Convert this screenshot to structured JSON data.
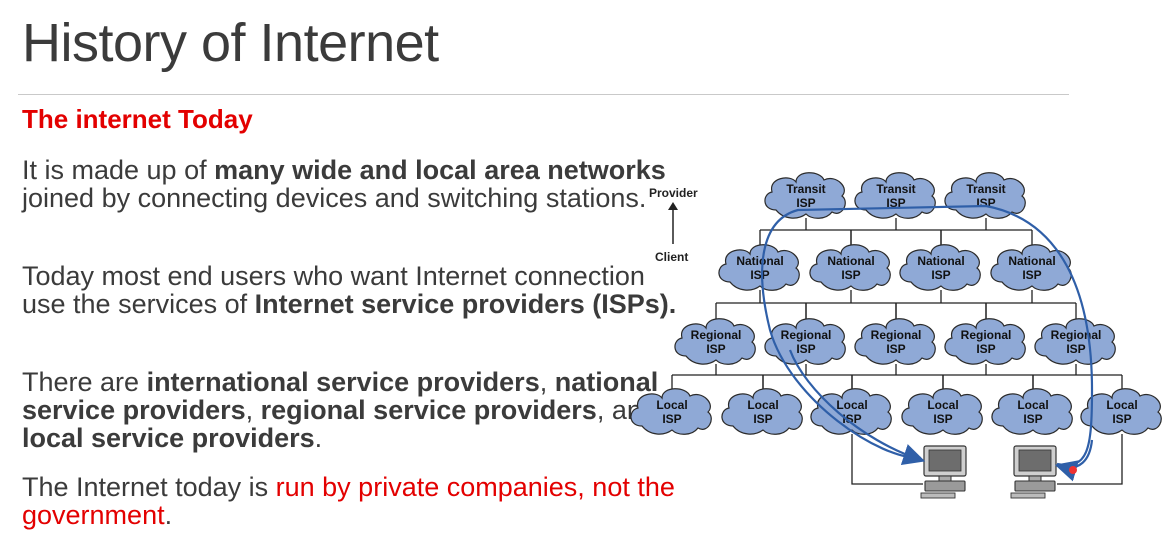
{
  "slide": {
    "title": "History of Internet",
    "subtitle": "The internet Today"
  },
  "paragraphs": {
    "p1": {
      "t1": "It is made up of ",
      "b1": "many wide and local area networks",
      "t2": " joined by connecting devices and switching stations."
    },
    "p2": {
      "t1": "Today most end users who want Internet connection use the services of ",
      "b1": "Internet service providers (ISPs)."
    },
    "p3": {
      "t1": "There are ",
      "b1": "international service providers",
      "t2": ", ",
      "b2": "national service providers",
      "t3": ", ",
      "b3": "regional service providers",
      "t4": ", and ",
      "b4": "local service providers",
      "t5": "."
    },
    "p4": {
      "t1": "The Internet today is ",
      "r1": "run by private companies, not the government",
      "t2": "."
    }
  },
  "diagram": {
    "legend": {
      "provider": "Provider",
      "client": "Client"
    },
    "tiers": {
      "transit": [
        {
          "line1": "Transit",
          "line2": "ISP"
        },
        {
          "line1": "Transit",
          "line2": "ISP"
        },
        {
          "line1": "Transit",
          "line2": "ISP"
        }
      ],
      "national": [
        {
          "line1": "National",
          "line2": "ISP"
        },
        {
          "line1": "National",
          "line2": "ISP"
        },
        {
          "line1": "National",
          "line2": "ISP"
        },
        {
          "line1": "National",
          "line2": "ISP"
        }
      ],
      "regional": [
        {
          "line1": "Regional",
          "line2": "ISP"
        },
        {
          "line1": "Regional",
          "line2": "ISP"
        },
        {
          "line1": "Regional",
          "line2": "ISP"
        },
        {
          "line1": "Regional",
          "line2": "ISP"
        },
        {
          "line1": "Regional",
          "line2": "ISP"
        }
      ],
      "local": [
        {
          "line1": "Local",
          "line2": "ISP"
        },
        {
          "line1": "Local",
          "line2": "ISP"
        },
        {
          "line1": "Local",
          "line2": "ISP"
        },
        {
          "line1": "Local",
          "line2": "ISP"
        },
        {
          "line1": "Local",
          "line2": "ISP"
        },
        {
          "line1": "Local",
          "line2": "ISP"
        }
      ]
    },
    "colors": {
      "cloud_fill": "#8fa9d6",
      "cloud_stroke": "#2b2b2b",
      "path": "#2f5fa8",
      "link": "#222222",
      "computer": "#9a9a9a"
    }
  }
}
